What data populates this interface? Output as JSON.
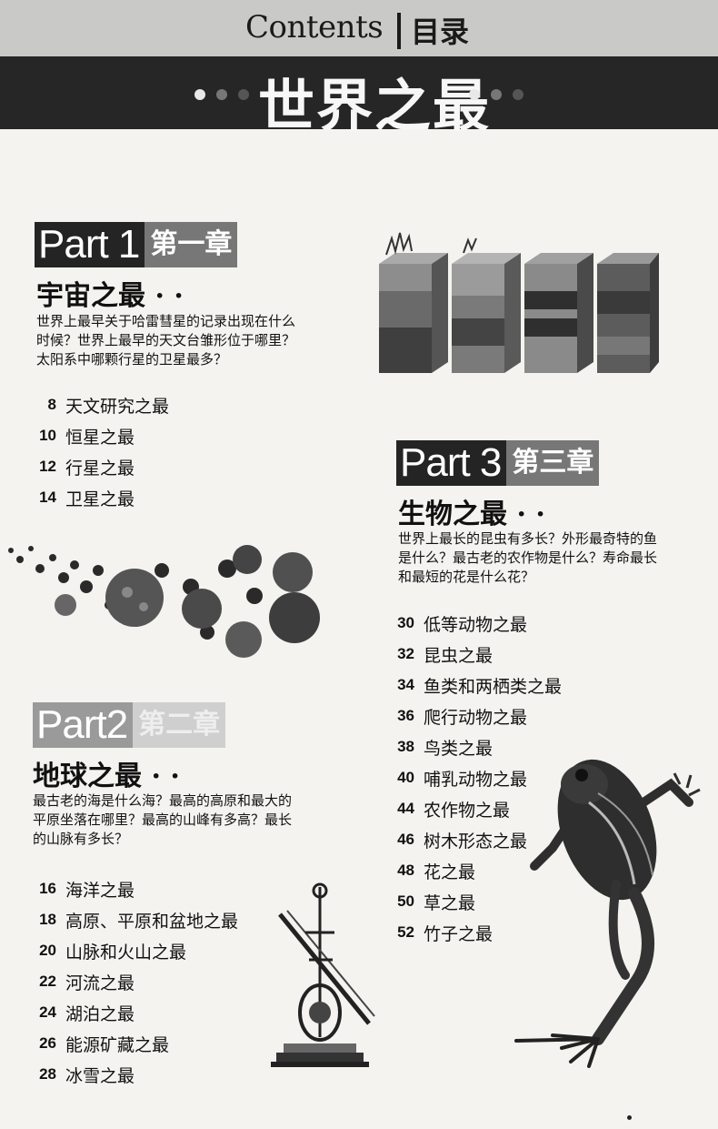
{
  "header": {
    "contents_en": "Contents",
    "contents_cn": "目录",
    "band_title": "世界之最"
  },
  "parts": [
    {
      "badge": "Part 1",
      "chapter": "第一章",
      "title": "宇宙之最 · ·",
      "intro": "世界上最早关于哈雷彗星的记录出现在什么时候？世界上最早的天文台雏形位于哪里？太阳系中哪颗行星的卫星最多？",
      "toc": [
        {
          "page": "8",
          "label": "天文研究之最"
        },
        {
          "page": "10",
          "label": "恒星之最"
        },
        {
          "page": "12",
          "label": "行星之最"
        },
        {
          "page": "14",
          "label": "卫星之最"
        }
      ]
    },
    {
      "badge": "Part2",
      "chapter": "第二章",
      "title": "地球之最 · ·",
      "intro": "最古老的海是什么海？最高的高原和最大的平原坐落在哪里？最高的山峰有多高？最长的山脉有多长？",
      "toc": [
        {
          "page": "16",
          "label": "海洋之最"
        },
        {
          "page": "18",
          "label": "高原、平原和盆地之最"
        },
        {
          "page": "20",
          "label": "山脉和火山之最"
        },
        {
          "page": "22",
          "label": "河流之最"
        },
        {
          "page": "24",
          "label": "湖泊之最"
        },
        {
          "page": "26",
          "label": "能源矿藏之最"
        },
        {
          "page": "28",
          "label": "冰雪之最"
        }
      ]
    },
    {
      "badge": "Part 3",
      "chapter": "第三章",
      "title": "生物之最 · ·",
      "intro": "世界上最长的昆虫有多长？外形最奇特的鱼是什么？最古老的农作物是什么？寿命最长和最短的花是什么花？",
      "toc": [
        {
          "page": "30",
          "label": "低等动物之最"
        },
        {
          "page": "32",
          "label": "昆虫之最"
        },
        {
          "page": "34",
          "label": "鱼类和两栖类之最"
        },
        {
          "page": "36",
          "label": "爬行动物之最"
        },
        {
          "page": "38",
          "label": "鸟类之最"
        },
        {
          "page": "40",
          "label": "哺乳动物之最"
        },
        {
          "page": "44",
          "label": "农作物之最"
        },
        {
          "page": "46",
          "label": "树木形态之最"
        },
        {
          "page": "48",
          "label": "花之最"
        },
        {
          "page": "50",
          "label": "草之最"
        },
        {
          "page": "52",
          "label": "竹子之最"
        }
      ]
    }
  ]
}
